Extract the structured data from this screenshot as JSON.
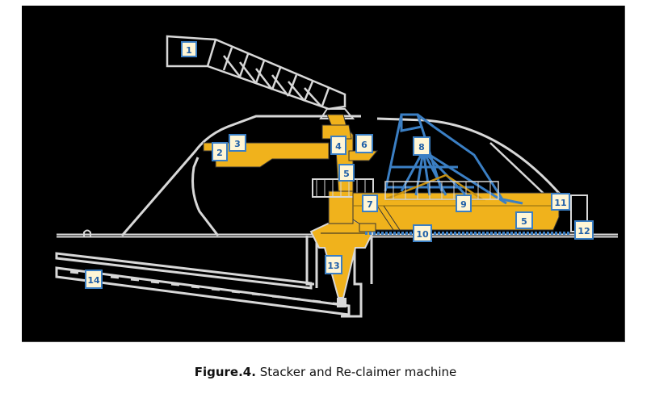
{
  "figure": {
    "caption_prefix": "Figure.4.",
    "caption_text": "Stacker and Re-claimer machine"
  },
  "colors": {
    "background": "#000000",
    "machine_yellow": "#F0B21C",
    "structure_blue": "#3B7FC4",
    "outline_gray": "#D8D8D8",
    "label_fill": "#FFF6D6",
    "label_text": "#1F5FA8"
  },
  "diagram": {
    "labels": [
      {
        "id": "1",
        "part": "boom-truss"
      },
      {
        "id": "2",
        "part": "boom-tip"
      },
      {
        "id": "3",
        "part": "boom-arm"
      },
      {
        "id": "4",
        "part": "slewing-tower"
      },
      {
        "id": "5",
        "part": "column"
      },
      {
        "id": "6",
        "part": "mast"
      },
      {
        "id": "7",
        "part": "portal"
      },
      {
        "id": "8",
        "part": "harrow-frame"
      },
      {
        "id": "9",
        "part": "harrow-end"
      },
      {
        "id": "10",
        "part": "rail-track"
      },
      {
        "id": "11",
        "part": "rear-drive"
      },
      {
        "id": "12",
        "part": "end-bogie"
      },
      {
        "id": "13",
        "part": "discharge-hopper"
      },
      {
        "id": "14",
        "part": "belt-conveyor"
      },
      {
        "id": "5",
        "part": "reclaimer-bridge"
      }
    ]
  }
}
